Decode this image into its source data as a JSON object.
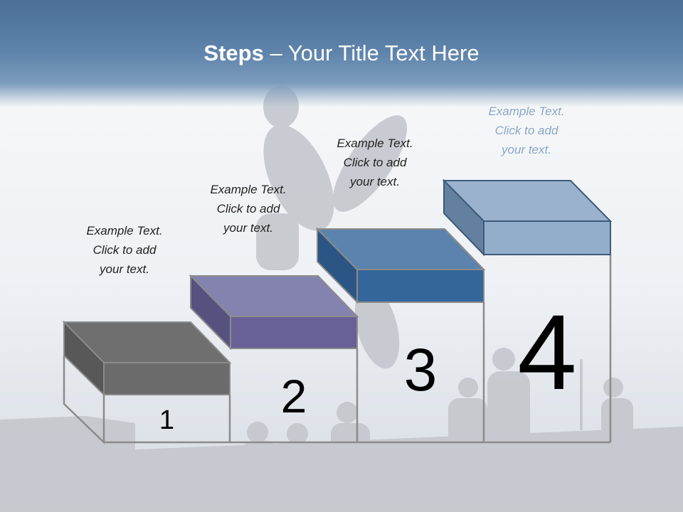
{
  "title": {
    "bold": "Steps",
    "rest": " – Your Title Text Here"
  },
  "steps": [
    {
      "number": "1",
      "text": "Example Text.\nClick  to add\nyour text.",
      "color": "#6b6b6b"
    },
    {
      "number": "2",
      "text": "Example Text.\nClick  to add\nyour text.",
      "color": "#676197"
    },
    {
      "number": "3",
      "text": "Example Text.\nClick  to add\nyour text.",
      "color": "#35669b"
    },
    {
      "number": "4",
      "text": "Example Text.\nClick  to add\nyour text.",
      "color": "#93aecb"
    }
  ]
}
